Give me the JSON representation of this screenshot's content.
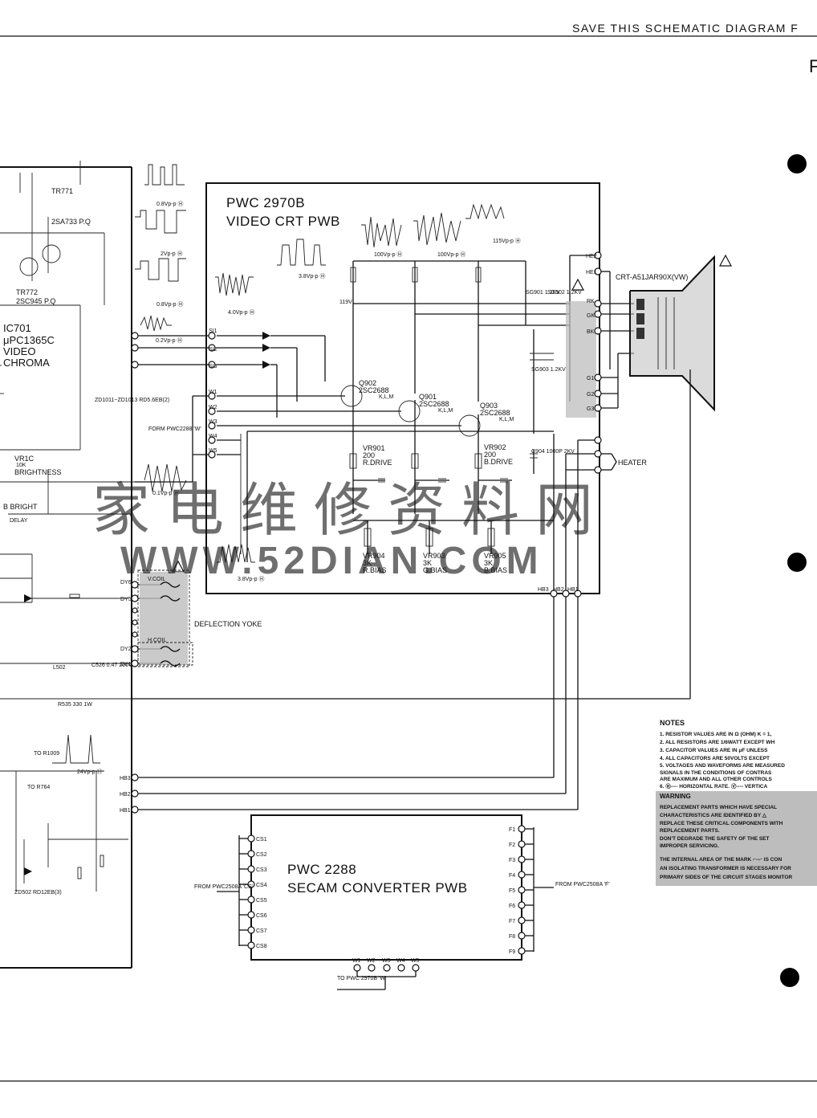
{
  "header": {
    "title": "SAVE THIS SCHEMATIC DIAGRAM F",
    "corner_letter": "F"
  },
  "video_crt_pwb": {
    "title_line1": "PWC 2970B",
    "title_line2": "VIDEO CRT PWB"
  },
  "secam_pwb": {
    "title_line1": "PWC 2288",
    "title_line2": "SECAM CONVERTER PWB"
  },
  "chroma_ic": {
    "name": "IC701",
    "part": "μPC1365C",
    "line3": "VIDEO",
    "line4": "CHROMA"
  },
  "transistors": {
    "tr771": {
      "ref": "TR771",
      "part": "2SA733 P.Q"
    },
    "tr772": {
      "ref": "TR772",
      "part": "2SC945 P.Q"
    },
    "q902": {
      "ref": "Q902",
      "part": "2SC2688",
      "grade": "K,L,M"
    },
    "q901": {
      "ref": "Q901",
      "part": "2SC2688",
      "grade": "K,L,M"
    },
    "q903": {
      "ref": "Q903",
      "part": "2SC2688",
      "grade": "K,L,M"
    }
  },
  "drive_controls": [
    {
      "ref": "VR901",
      "value": "200",
      "name": "R.DRIVE"
    },
    {
      "ref": "VR902",
      "value": "200",
      "name": "B.DRIVE"
    }
  ],
  "bias_controls": [
    {
      "ref": "VR904",
      "value": "3K",
      "name": "R.BIAS"
    },
    {
      "ref": "VR903",
      "value": "3K",
      "name": "G.BIAS"
    },
    {
      "ref": "VR905",
      "value": "3K",
      "name": "B.BIAS"
    }
  ],
  "crt": {
    "label": "CRT-A51JAR90X(VW)",
    "heater": "HEATER"
  },
  "yoke": {
    "label": "DEFLECTION YOKE",
    "vcoil": "V.COIL",
    "hcoil": "H.COIL"
  },
  "brightness": {
    "ref": "VR1C",
    "value": "10K",
    "name": "BRIGHTNESS",
    "sub": "B BRIGHT",
    "delay": "DELAY"
  },
  "waveforms": {
    "w1": "0.8Vp-p Ⓗ",
    "w2": "2Vp-p Ⓗ",
    "w3": "0.8Vp-p Ⓗ",
    "w4": "0.2Vp-p Ⓗ",
    "w5": "4.0Vp-p Ⓗ",
    "w6": "3.8Vp-p Ⓗ",
    "w7": "100Vp-p Ⓗ",
    "w8": "100Vp-p Ⓗ",
    "w9": "115Vp-p Ⓗ",
    "w10": "0.1Vp-p Ⓗ",
    "w11": "3.8Vp-p Ⓗ",
    "w12": "24Vp-p Ⓗ"
  },
  "connectors": {
    "s_pins": [
      "SI1",
      "SI2",
      "SI3"
    ],
    "w_pins": [
      "W1",
      "W2",
      "W3",
      "W4",
      "W5"
    ],
    "k_pins": [
      "RK",
      "GK",
      "BK",
      "G1",
      "G2",
      "G3"
    ],
    "he_pins": [
      "HE2",
      "HE1"
    ],
    "hb_pins": [
      "HB3",
      "HB2",
      "HB1"
    ],
    "cs_pins": [
      "CS1",
      "CS2",
      "CS3",
      "CS4",
      "CS5",
      "CS6",
      "CS7",
      "CS8"
    ],
    "f_pins": [
      "F1",
      "F2",
      "F3",
      "F4",
      "F5",
      "F6",
      "F7",
      "F8",
      "F9"
    ],
    "dy_pins": [
      "DY6",
      "DY5",
      "DY2",
      "DY1"
    ],
    "secam_w_pins": [
      "W1",
      "W2",
      "W3",
      "W4",
      "W5"
    ]
  },
  "misc_labels": {
    "form_pwc": "FORM PWC2288 'W'",
    "from_cs": "FROM PWC2508A 'CS'",
    "from_f": "FROM PWC2508A 'F'",
    "to_pwc": "TO PWC 2970B 'W'",
    "zd_label": "ZD1011~ZD1013 RD5.6EB(2)",
    "sg_spark": "SG901 1.2KV",
    "sg_spark2": "SG902 1.2KV",
    "sg_spark3": "SG903 1.2KV",
    "c904": "C904 1000P 2KV",
    "v119": "119V",
    "r535": "R535 330 1W",
    "l502": "L502",
    "c526": "C526 0.47 200V",
    "to_r1009": "TO R1009",
    "to_r764": "TO R764",
    "zd502": "ZD502 RD12EB(3)"
  },
  "notes": {
    "title": "NOTES",
    "lines": [
      "1. RESISTOR   VALUES   ARE   IN   Ω (OHM)   K = 1,",
      "2. ALL   RESISTORS   ARE   1/6WATT   EXCEPT   WH",
      "3. CAPACITOR   VALUES   ARE   IN   μF   UNLESS",
      "4. ALL   CAPACITORS   ARE   50VOLTS   EXCEPT",
      "5. VOLTAGES   AND   WAVEFORMS   ARE   MEASURED",
      "   SIGNALS   IN   THE   CONDITIONS   OF   CONTRAS",
      "   ARE   MAXIMUM   AND   ALL   OTHER   CONTROLS",
      "6. Ⓗ---- HORIZONTAL   RATE.   Ⓥ---- VERTICA"
    ],
    "warning_title": "WARNING",
    "warning_lines": [
      "REPLACEMENT   PARTS   WHICH   HAVE   SPECIAL",
      "CHARACTERISTICS   ARE   IDENTIFIED   BY   △",
      "REPLACE   THESE   CRITICAL   COMPONENTS   WITH",
      "REPLACEMENT   PARTS.",
      "DON'T   DEGRADE   THE   SAFETY   OF   THE   SET",
      "IMPROPER   SERVICING.",
      "THE   INTERNAL   AREA   OF   THE   MARK   ⌐--⌐   IS   CON",
      "AN   ISOLATING   TRANSFORMER   IS   NECESSARY   FOR",
      "PRIMARY   SIDES   OF   THE   CIRCUIT   STAGES   MONITOR"
    ]
  },
  "watermark": {
    "chinese": "家 电 维 修 资 料 网",
    "url": "WWW.52DIAN.COM"
  }
}
